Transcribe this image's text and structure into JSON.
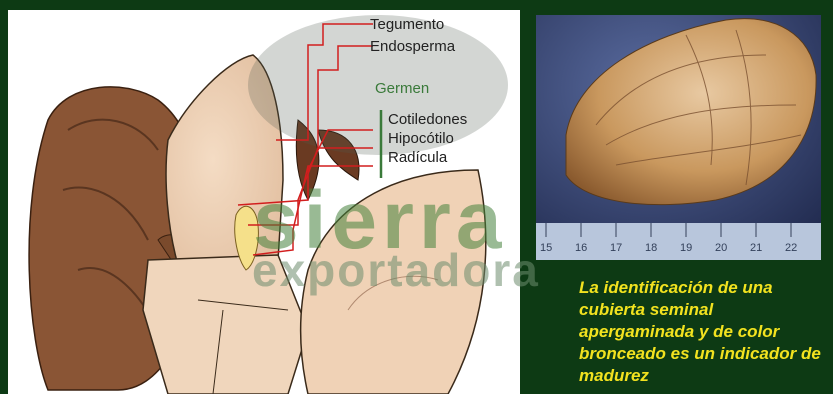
{
  "diagram": {
    "labels": {
      "tegumento": "Tegumento",
      "endosperma": "Endosperma",
      "germen": "Germen",
      "cotiledones": "Cotiledones",
      "hipocotilo": "Hipocótilo",
      "radicula": "Radícula"
    }
  },
  "photo": {
    "ruler_numbers": [
      "15",
      "16",
      "17",
      "18",
      "19",
      "20",
      "21",
      "22"
    ]
  },
  "watermark": {
    "line1": "sierra",
    "line2": "exportadora"
  },
  "caption": {
    "text": "La identificación de una cubierta seminal apergaminada y de color bronceado es un indicador de madurez"
  },
  "colors": {
    "background": "#0d3a14",
    "caption": "#f2e21f",
    "label_green": "#3a7a3a",
    "leader_red": "#d21e1e"
  }
}
